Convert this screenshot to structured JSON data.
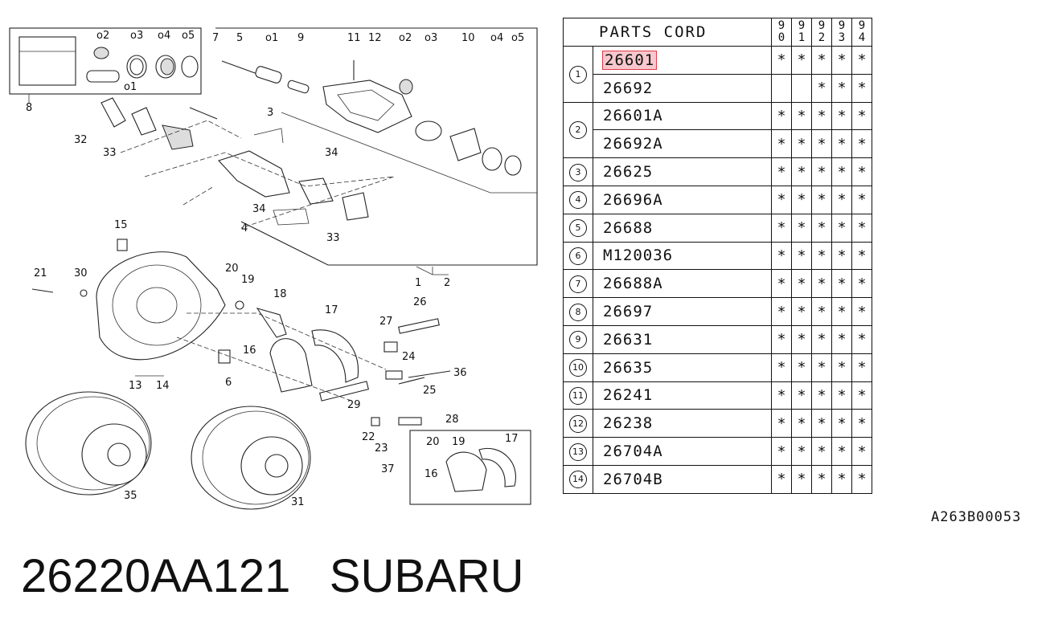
{
  "diagram": {
    "callouts": [
      "7",
      "5",
      "o1",
      "9",
      "11",
      "12",
      "o2",
      "o3",
      "10",
      "o4",
      "o5",
      "o2",
      "o3",
      "o4",
      "o5",
      "o1",
      "8",
      "3",
      "32",
      "33",
      "34",
      "34",
      "33",
      "4",
      "15",
      "21",
      "30",
      "20",
      "19",
      "18",
      "17",
      "26",
      "27",
      "16",
      "24",
      "36",
      "25",
      "29",
      "6",
      "13",
      "14",
      "28",
      "22",
      "23",
      "20",
      "19",
      "17",
      "37",
      "16",
      "35",
      "31",
      "1",
      "2"
    ]
  },
  "table": {
    "header_title": "PARTS CORD",
    "years": [
      "90",
      "91",
      "92",
      "93",
      "94"
    ],
    "mark": "*",
    "groups": [
      {
        "ref": "1",
        "rows": [
          {
            "code": "26601",
            "marks": [
              1,
              1,
              1,
              1,
              1
            ],
            "highlighted": true
          },
          {
            "code": "26692",
            "marks": [
              0,
              0,
              1,
              1,
              1
            ]
          }
        ]
      },
      {
        "ref": "2",
        "rows": [
          {
            "code": "26601A",
            "marks": [
              1,
              1,
              1,
              1,
              1
            ]
          },
          {
            "code": "26692A",
            "marks": [
              1,
              1,
              1,
              1,
              1
            ]
          }
        ]
      },
      {
        "ref": "3",
        "rows": [
          {
            "code": "26625",
            "marks": [
              1,
              1,
              1,
              1,
              1
            ]
          }
        ]
      },
      {
        "ref": "4",
        "rows": [
          {
            "code": "26696A",
            "marks": [
              1,
              1,
              1,
              1,
              1
            ]
          }
        ]
      },
      {
        "ref": "5",
        "rows": [
          {
            "code": "26688",
            "marks": [
              1,
              1,
              1,
              1,
              1
            ]
          }
        ]
      },
      {
        "ref": "6",
        "rows": [
          {
            "code": "M120036",
            "marks": [
              1,
              1,
              1,
              1,
              1
            ]
          }
        ]
      },
      {
        "ref": "7",
        "rows": [
          {
            "code": "26688A",
            "marks": [
              1,
              1,
              1,
              1,
              1
            ]
          }
        ]
      },
      {
        "ref": "8",
        "rows": [
          {
            "code": "26697",
            "marks": [
              1,
              1,
              1,
              1,
              1
            ]
          }
        ]
      },
      {
        "ref": "9",
        "rows": [
          {
            "code": "26631",
            "marks": [
              1,
              1,
              1,
              1,
              1
            ]
          }
        ]
      },
      {
        "ref": "10",
        "rows": [
          {
            "code": "26635",
            "marks": [
              1,
              1,
              1,
              1,
              1
            ]
          }
        ]
      },
      {
        "ref": "11",
        "rows": [
          {
            "code": "26241",
            "marks": [
              1,
              1,
              1,
              1,
              1
            ]
          }
        ]
      },
      {
        "ref": "12",
        "rows": [
          {
            "code": "26238",
            "marks": [
              1,
              1,
              1,
              1,
              1
            ]
          }
        ]
      },
      {
        "ref": "13",
        "rows": [
          {
            "code": "26704A",
            "marks": [
              1,
              1,
              1,
              1,
              1
            ]
          }
        ]
      },
      {
        "ref": "14",
        "rows": [
          {
            "code": "26704B",
            "marks": [
              1,
              1,
              1,
              1,
              1
            ]
          }
        ]
      }
    ]
  },
  "catalog_code": "A263B00053",
  "footer": {
    "part_number": "26220AA121",
    "brand": "SUBARU"
  },
  "colors": {
    "highlight_fill": "#f6c7cc",
    "highlight_border": "#e23a4a"
  }
}
